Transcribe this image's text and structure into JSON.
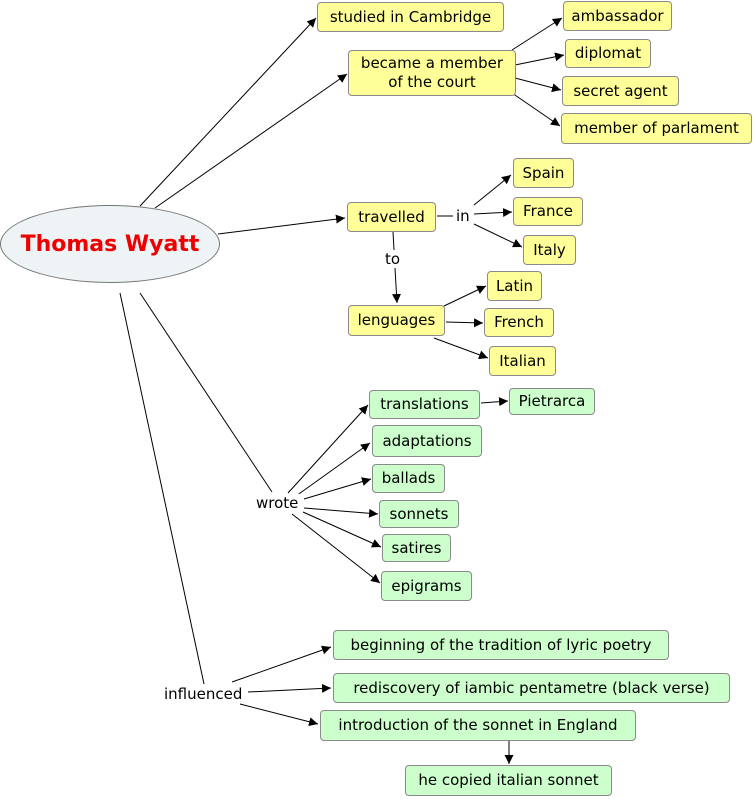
{
  "main_concept": "Thomas Wyatt",
  "links": {
    "in": "in",
    "to": "to",
    "wrote": "wrote",
    "influenced": "influenced"
  },
  "nodes": {
    "studied": "studied in Cambridge",
    "court": "became a member of the court",
    "ambassador": "ambassador",
    "diplomat": "diplomat",
    "secret_agent": "secret agent",
    "parlament": "member of parlament",
    "travelled": "travelled",
    "spain": "Spain",
    "france": "France",
    "italy": "Italy",
    "languages": "lenguages",
    "latin": "Latin",
    "french": "French",
    "italian": "Italian",
    "translations": "translations",
    "pietrarca": "Pietrarca",
    "adaptations": "adaptations",
    "ballads": "ballads",
    "sonnets": "sonnets",
    "satires": "satires",
    "epigrams": "epigrams",
    "lyric": "beginning of the tradition of lyric poetry",
    "iambic": "rediscovery of iambic pentametre (black verse)",
    "sonnet_england": "introduction of the sonnet in England",
    "copied": "he copied italian sonnet"
  },
  "colors": {
    "concept_yellow": "#ffff99",
    "concept_green": "#ccffcc",
    "main_fill": "#eef3f5",
    "main_text": "#ee0000"
  }
}
